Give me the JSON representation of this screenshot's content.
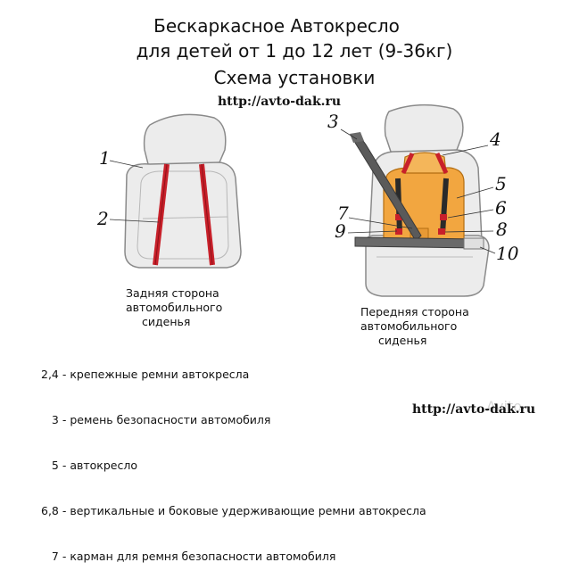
{
  "title": {
    "line1": "Бескаркасное Автокресло",
    "line2": "для детей от 1 до 12 лет (9-36кг)",
    "line3": "Схема установки"
  },
  "url_top": "http://avto-dak.ru",
  "url_bottom": "http://avto-dak.ru",
  "rear_caption": [
    "Задняя сторона",
    "автомобильного",
    "сиденья"
  ],
  "front_caption": [
    "Передняя сторона",
    "автомобильного",
    "сиденья"
  ],
  "markers": [
    "1",
    "2",
    "3",
    "4",
    "5",
    "6",
    "7",
    "8",
    "9",
    "10"
  ],
  "legend": [
    "2,4 - крепежные ремни автокресла",
    "   3 - ремень безопасности автомобиля",
    "   5 - автокресло",
    "6,8 - вертикальные и боковые удерживающие ремни автокресла",
    "   7 - карман для ремня безопасности автомобиля"
  ],
  "watermark": "Avito",
  "colors": {
    "seat": "#ececec",
    "seat_outline": "#8a8a8a",
    "strap": "#c8202a",
    "car_belt": "#5a5a5a",
    "child_seat": "#f2a640"
  }
}
